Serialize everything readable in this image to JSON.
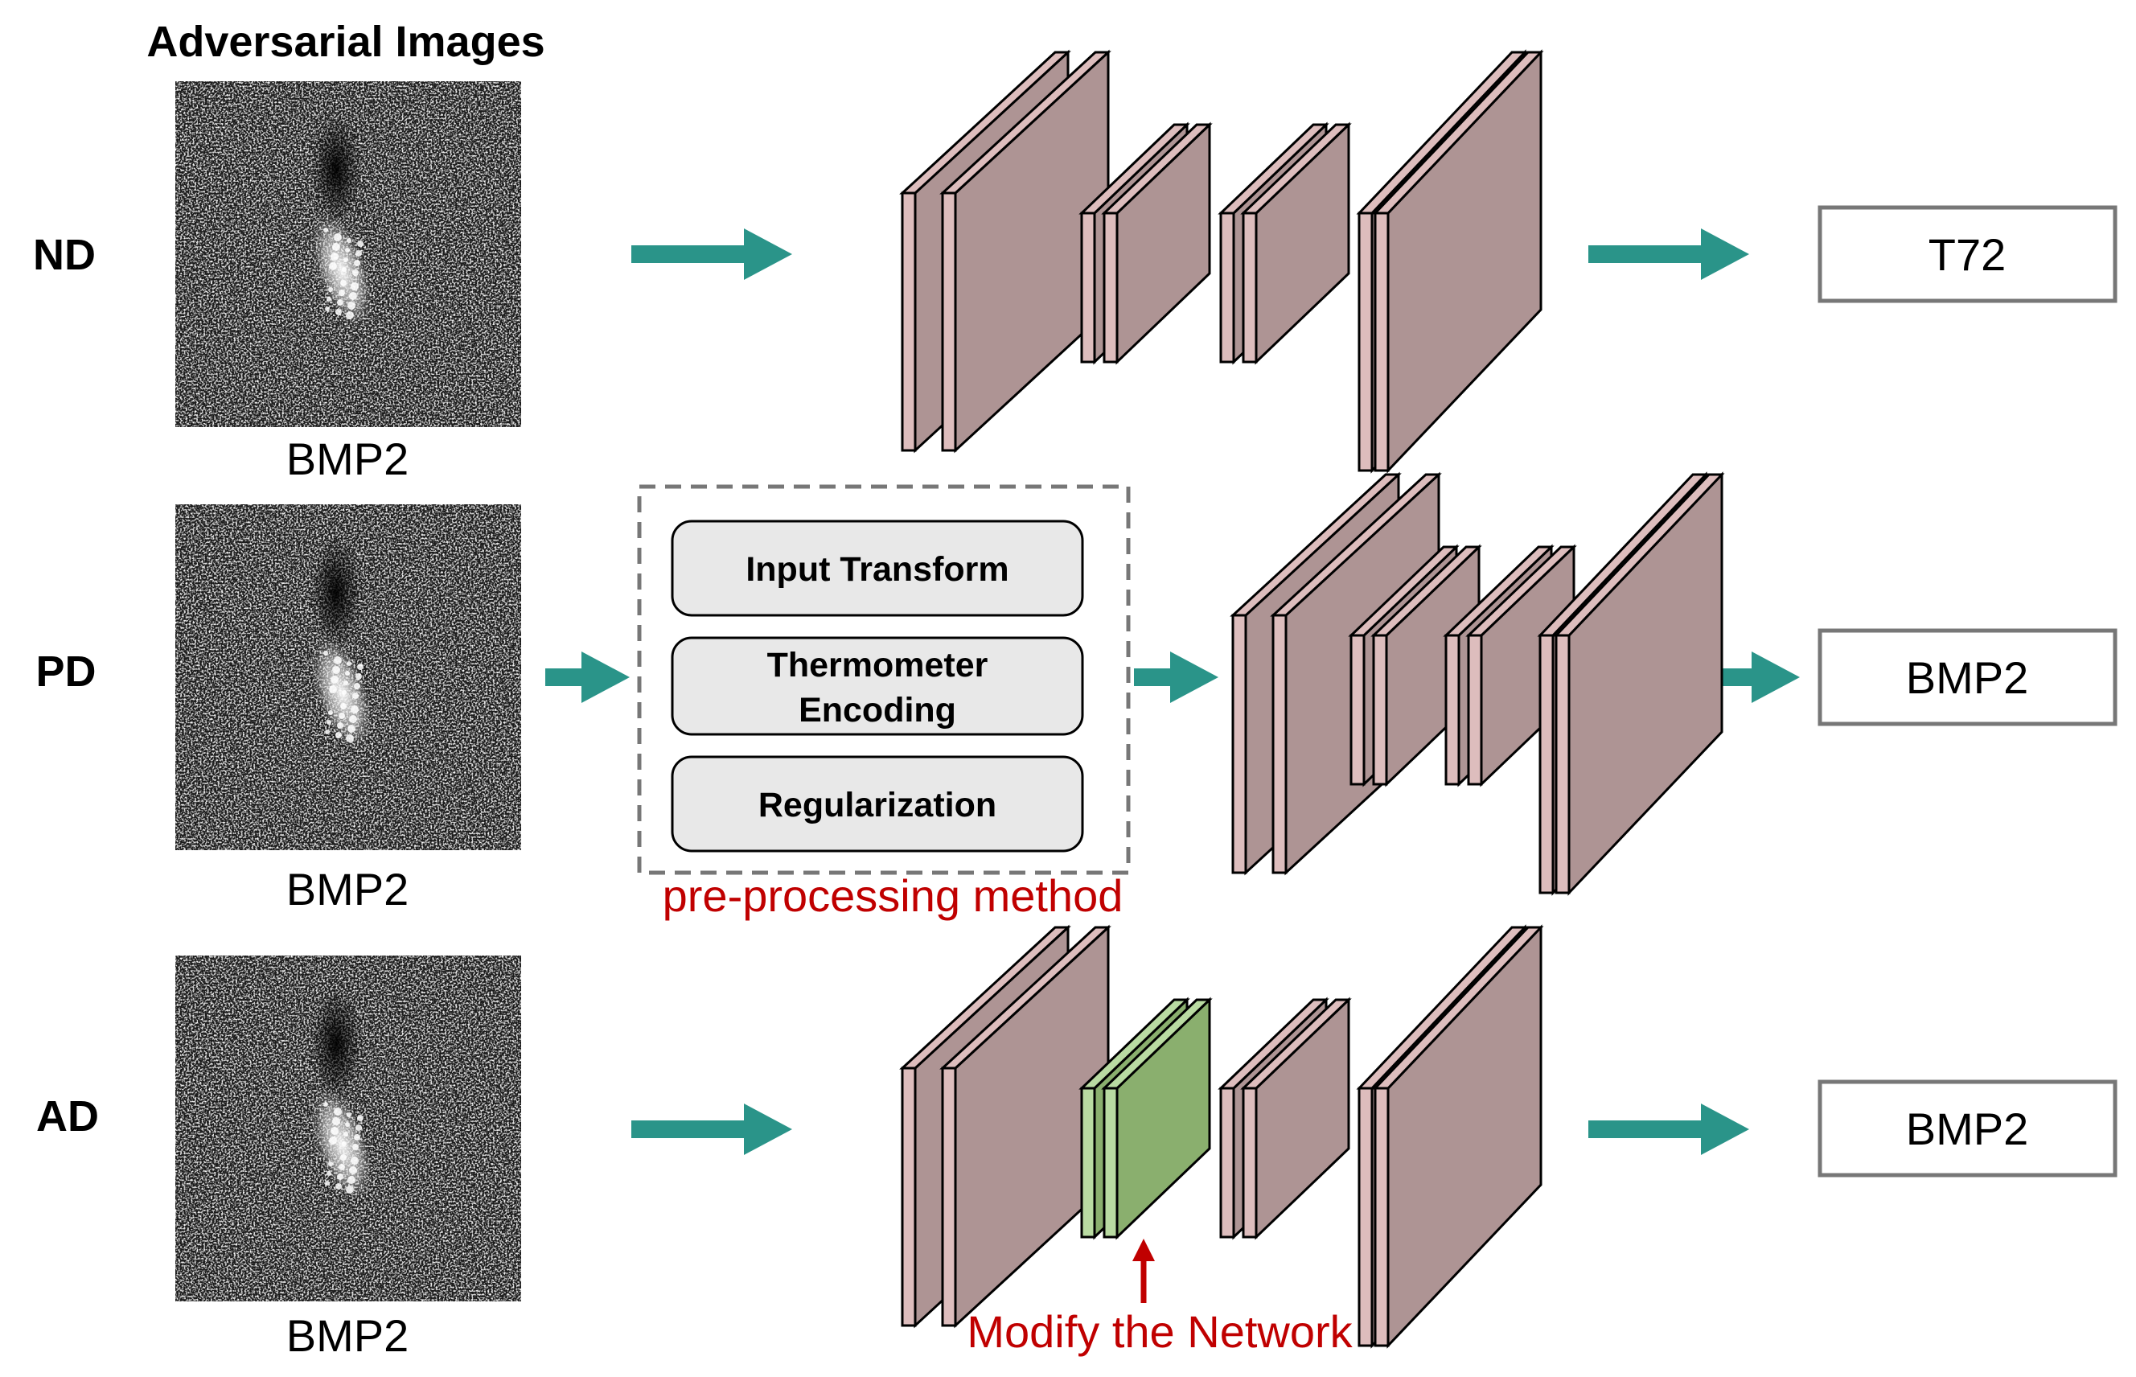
{
  "title": "Adversarial Images",
  "rows": [
    {
      "label": "ND",
      "image_caption": "BMP2",
      "output": "T72"
    },
    {
      "label": "PD",
      "image_caption": "BMP2",
      "output": "BMP2"
    },
    {
      "label": "AD",
      "image_caption": "BMP2",
      "output": "BMP2"
    }
  ],
  "preprocessing": {
    "items": [
      "Input Transform",
      "Thermometer Encoding",
      "Regularization"
    ],
    "caption": "pre-processing method"
  },
  "modify_caption": "Modify the Network",
  "colors": {
    "arrow": "#2a9489",
    "layer_face": "#ae9494",
    "layer_side": "#ddbdbd",
    "layer_modified": "#8aaf6e",
    "layer_modified_side": "#b9dba2",
    "red": "#c00000",
    "box_fill": "#e8e8e8",
    "output_border": "#777777",
    "dash_border": "#777777"
  }
}
